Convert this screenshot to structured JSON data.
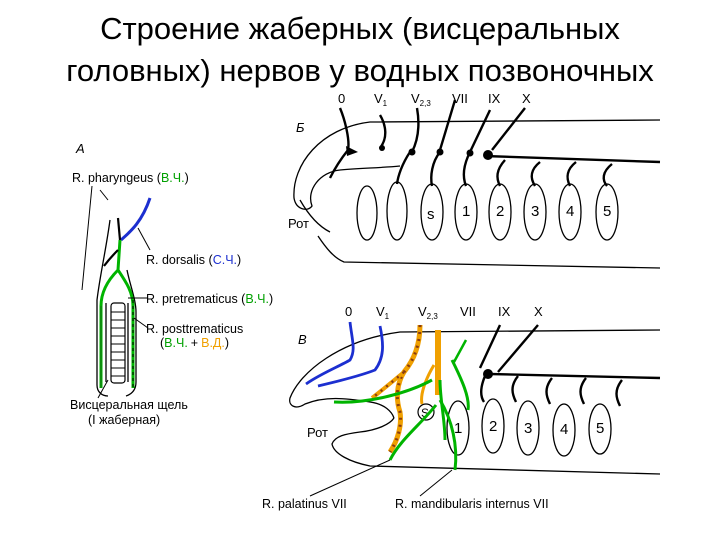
{
  "title": {
    "line1": "Строение жаберных (висцеральных",
    "line2": "головных) нервов у водных позвоночных"
  },
  "colors": {
    "black": "#000000",
    "green": "#00b400",
    "blue": "#1c2fd0",
    "orange": "#f0a000",
    "brown_dots": "#8a3c10"
  },
  "panel_a": {
    "letter": "А",
    "pharyngeus": "R. pharyngeus (",
    "pharyngeus_vch": "В.Ч.",
    "pharyngeus_close": ")",
    "dorsalis": "R. dorsalis (",
    "dorsalis_sch": "С.Ч.",
    "dorsalis_close": ")",
    "pretrematicus": "R. pretrematicus (",
    "pretrematicus_vch": "В.Ч.",
    "pretrematicus_close": ")",
    "posttrematicus": "R. posttrematicus",
    "post_open": "(",
    "post_vch": "В.Ч.",
    "post_plus": "+",
    "post_vd": "В.Д.",
    "post_close": ")",
    "cleft_line1": "Висцеральная щель",
    "cleft_line2": "(I жаберная)"
  },
  "panel_b": {
    "letter": "Б",
    "mouth": "Рот",
    "nerves": [
      {
        "num": "0",
        "sub": ""
      },
      {
        "num": "V",
        "sub": "1"
      },
      {
        "num": "V",
        "sub": "2,3"
      },
      {
        "num": "VII",
        "sub": ""
      },
      {
        "num": "IX",
        "sub": ""
      },
      {
        "num": "X",
        "sub": ""
      }
    ],
    "clefts": [
      "s",
      "1",
      "2",
      "3",
      "4",
      "5"
    ]
  },
  "panel_v": {
    "letter": "В",
    "mouth": "Рот",
    "nerves": [
      {
        "num": "0",
        "sub": ""
      },
      {
        "num": "V",
        "sub": "1"
      },
      {
        "num": "V",
        "sub": "2,3"
      },
      {
        "num": "VII",
        "sub": ""
      },
      {
        "num": "IX",
        "sub": ""
      },
      {
        "num": "X",
        "sub": ""
      }
    ],
    "clefts": [
      "S",
      "1",
      "2",
      "3",
      "4",
      "5"
    ],
    "palatinus": "R. palatinus VII",
    "mandibularis": "R. mandibularis internus VII"
  }
}
